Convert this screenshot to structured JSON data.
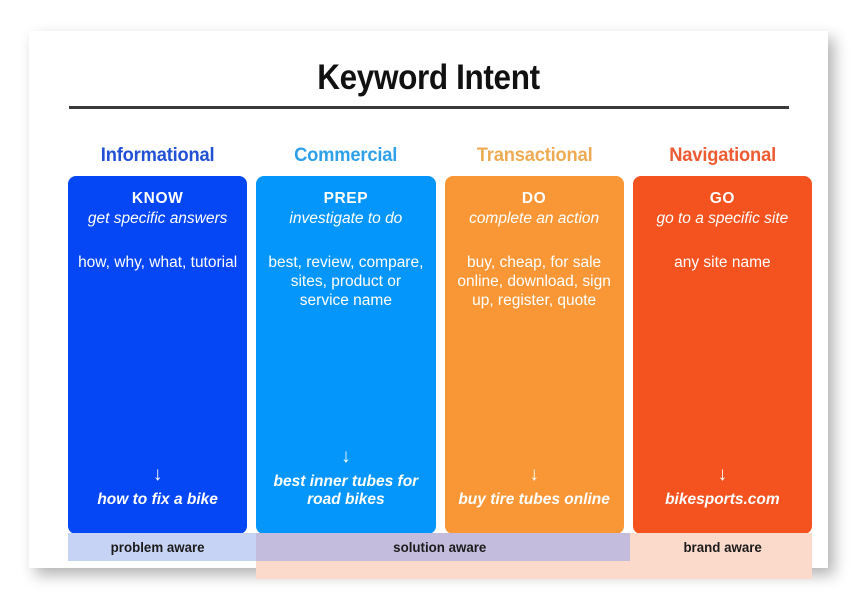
{
  "infographic": {
    "title": "Keyword Intent",
    "columns": [
      {
        "header": "Informational",
        "header_color": "#2251d6",
        "card_color": "#0546f5",
        "keyword": "KNOW",
        "subtitle": "get specific answers",
        "modifiers": "how, why, what, tutorial",
        "arrow": "↓",
        "example": "how to fix a bike"
      },
      {
        "header": "Commercial",
        "header_color": "#2ea0ea",
        "card_color": "#0596fc",
        "keyword": "PREP",
        "subtitle": "investigate to do",
        "modifiers": "best, review, compare, sites, product or service name",
        "arrow": "↓",
        "example": "best inner tubes for road bikes"
      },
      {
        "header": "Transactional",
        "header_color": "#eeab54",
        "card_color": "#f99737",
        "keyword": "DO",
        "subtitle": "complete an action",
        "modifiers": "buy, cheap, for sale online, download, sign up, register, quote",
        "arrow": "↓",
        "example": "buy tire tubes online"
      },
      {
        "header": "Navigational",
        "header_color": "#ed5b33",
        "card_color": "#f4521e",
        "keyword": "GO",
        "subtitle": "go to a specific site",
        "modifiers": "any site name",
        "arrow": "↓",
        "example": "bikesports.com"
      }
    ],
    "awareness": {
      "problem": {
        "label": "problem aware",
        "color": "#c6d3f4"
      },
      "solution": {
        "label": "solution aware",
        "color": "#c3bcdd"
      },
      "brand": {
        "label": "brand aware",
        "color": "#fbd9cb"
      },
      "lower_band_color": "#fbd9cb"
    }
  }
}
